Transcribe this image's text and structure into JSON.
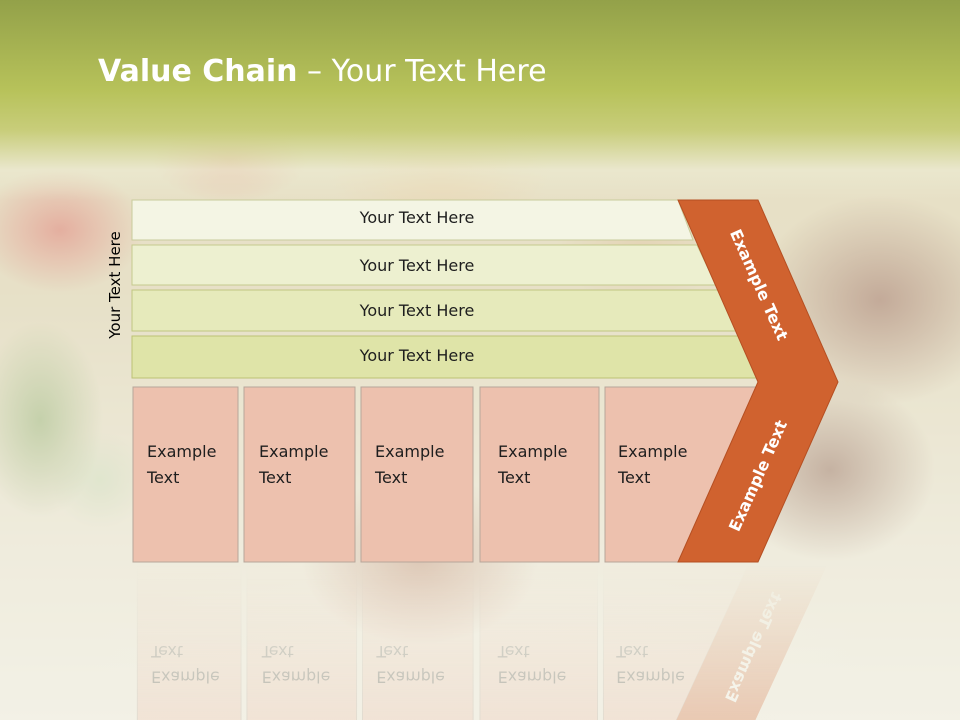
{
  "slide": {
    "title_bold": "Value Chain",
    "title_rest": " – Your Text Here",
    "vertical_label": "Your Text Here"
  },
  "bars": [
    {
      "label": "Your Text Here",
      "fill": "#f4f5e4"
    },
    {
      "label": "Your Text Here",
      "fill": "#edf0d0"
    },
    {
      "label": "Your Text Here",
      "fill": "#e6eabb"
    },
    {
      "label": "Your Text Here",
      "fill": "#dfe4a8"
    }
  ],
  "boxes": [
    {
      "line1": "Example",
      "line2": "Text"
    },
    {
      "line1": "Example",
      "line2": "Text"
    },
    {
      "line1": "Example",
      "line2": "Text"
    },
    {
      "line1": "Example",
      "line2": "Text"
    },
    {
      "line1": "Example",
      "line2": "Text"
    }
  ],
  "chevron": {
    "upper_label": "Example Text",
    "lower_label": "Example Text",
    "fill": "#d0622f"
  },
  "colors": {
    "title_band": "#a9b652",
    "box_fill": "#edc1ae",
    "box_stroke": "#b7a69a"
  }
}
